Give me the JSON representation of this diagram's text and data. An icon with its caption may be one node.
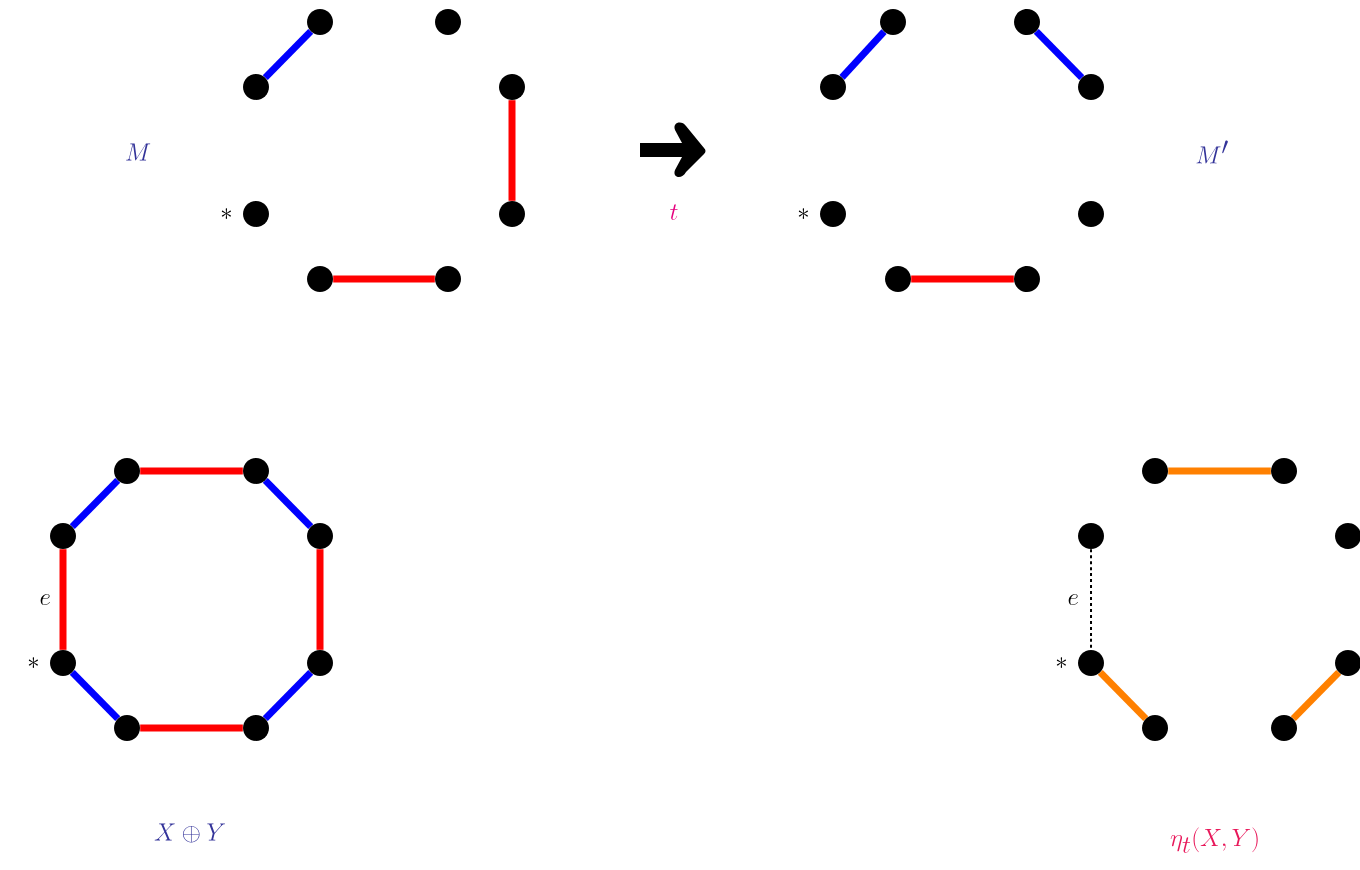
{
  "diagram": {
    "nodes": [
      {
        "text": [],
        "shape": "circle"
      },
      {
        "text": [],
        "shape": "circle"
      },
      {
        "text": [],
        "shape": "circle"
      },
      {
        "text": [],
        "shape": "circle"
      },
      {
        "text": [],
        "shape": "circle"
      },
      {
        "text": [],
        "shape": "circle"
      },
      {
        "text": [],
        "shape": "circle",
        "beside": [
          "*"
        ]
      },
      {
        "text": [],
        "shape": "circle"
      },
      {
        "text": [],
        "shape": "circle"
      },
      {
        "text": [],
        "shape": "circle"
      },
      {
        "text": [],
        "shape": "circle"
      },
      {
        "text": [],
        "shape": "circle"
      },
      {
        "text": [],
        "shape": "circle"
      },
      {
        "text": [],
        "shape": "circle"
      },
      {
        "text": [],
        "shape": "circle",
        "beside": [
          "*"
        ]
      },
      {
        "text": [],
        "shape": "circle"
      },
      {
        "text": [],
        "shape": "circle"
      },
      {
        "text": [],
        "shape": "circle"
      },
      {
        "text": [],
        "shape": "circle"
      },
      {
        "text": [],
        "shape": "circle"
      },
      {
        "text": [],
        "shape": "circle"
      },
      {
        "text": [],
        "shape": "circle"
      },
      {
        "text": [],
        "shape": "circle",
        "beside": [
          "*"
        ]
      },
      {
        "text": [],
        "shape": "circle"
      },
      {
        "text": [],
        "shape": "circle"
      },
      {
        "text": [],
        "shape": "circle"
      },
      {
        "text": [],
        "shape": "circle"
      },
      {
        "text": [],
        "shape": "circle"
      },
      {
        "text": [],
        "shape": "circle"
      },
      {
        "text": [],
        "shape": "circle"
      },
      {
        "text": [],
        "shape": "circle",
        "beside": [
          "*"
        ]
      },
      {
        "text": [],
        "shape": "circle"
      }
    ],
    "edges": [
      {
        "from": 7,
        "to": 0,
        "arrow": "none",
        "color": "#0000ff"
      },
      {
        "from": 2,
        "to": 3,
        "arrow": "none",
        "color": "#ff0000"
      },
      {
        "from": 5,
        "to": 4,
        "arrow": "none",
        "color": "#ff0000"
      },
      {
        "from": 15,
        "to": 8,
        "arrow": "none",
        "color": "#0000ff"
      },
      {
        "from": 9,
        "to": 10,
        "arrow": "none",
        "color": "#0000ff"
      },
      {
        "from": 13,
        "to": 12,
        "arrow": "none",
        "color": "#ff0000"
      },
      {
        "from": 16,
        "to": 17,
        "arrow": "none",
        "color": "#ff0000"
      },
      {
        "from": 17,
        "to": 18,
        "arrow": "none",
        "color": "#0000ff"
      },
      {
        "from": 18,
        "to": 19,
        "arrow": "none",
        "color": "#ff0000"
      },
      {
        "from": 19,
        "to": 20,
        "arrow": "none",
        "color": "#0000ff"
      },
      {
        "from": 20,
        "to": 21,
        "arrow": "none",
        "color": "#ff0000"
      },
      {
        "from": 21,
        "to": 22,
        "arrow": "none",
        "color": "#0000ff"
      },
      {
        "from": 22,
        "to": 23,
        "arrow": "none",
        "color": "#ff0000",
        "label": "e"
      },
      {
        "from": 23,
        "to": 16,
        "arrow": "none",
        "color": "#0000ff"
      },
      {
        "from": 24,
        "to": 25,
        "arrow": "none",
        "color": "#ff8000"
      },
      {
        "from": 31,
        "to": 30,
        "arrow": "none",
        "color": "#000000",
        "style": "dashed",
        "label": "e"
      },
      {
        "from": 30,
        "to": 29,
        "arrow": "none",
        "color": "#ff8000"
      },
      {
        "from": 28,
        "to": 27,
        "arrow": "none",
        "color": "#ff8000"
      }
    ],
    "labels": [
      "M",
      "t",
      "M'",
      "X \\oplus Y",
      "\\eta_t(X,Y)"
    ]
  }
}
